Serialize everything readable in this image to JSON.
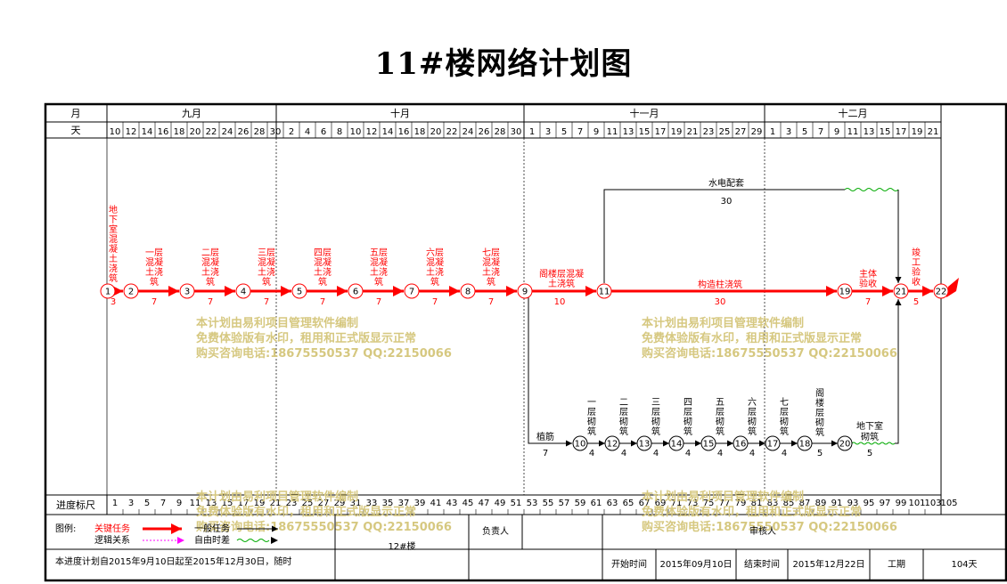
{
  "title": "11#楼网络计划图",
  "header": {
    "month_label": "月",
    "day_label": "天",
    "months": [
      "九月",
      "十月",
      "十一月",
      "十二月"
    ],
    "days": [
      "10",
      "12",
      "14",
      "16",
      "18",
      "20",
      "22",
      "24",
      "26",
      "28",
      "30",
      "2",
      "4",
      "6",
      "8",
      "10",
      "12",
      "14",
      "16",
      "18",
      "20",
      "22",
      "24",
      "26",
      "28",
      "30",
      "1",
      "3",
      "5",
      "7",
      "9",
      "11",
      "13",
      "15",
      "17",
      "19",
      "21",
      "23",
      "25",
      "27",
      "29",
      "1",
      "3",
      "5",
      "7",
      "9",
      "11",
      "13",
      "15",
      "17",
      "19",
      "21"
    ]
  },
  "scale": {
    "label": "进度标尺",
    "ticks": [
      "1",
      "3",
      "5",
      "7",
      "9",
      "11",
      "13",
      "15",
      "17",
      "19",
      "21",
      "23",
      "25",
      "27",
      "29",
      "31",
      "33",
      "35",
      "37",
      "39",
      "41",
      "43",
      "45",
      "47",
      "49",
      "51",
      "53",
      "55",
      "57",
      "59",
      "61",
      "63",
      "65",
      "67",
      "69",
      "71",
      "73",
      "75",
      "77",
      "79",
      "81",
      "83",
      "85",
      "87",
      "89",
      "91",
      "93",
      "95",
      "97",
      "99",
      "101",
      "103",
      "105"
    ]
  },
  "nodes": [
    "1",
    "2",
    "3",
    "4",
    "5",
    "6",
    "7",
    "8",
    "9",
    "11",
    "19",
    "21",
    "22",
    "10",
    "12",
    "13",
    "14",
    "15",
    "16",
    "17",
    "18",
    "20"
  ],
  "critical_tasks": [
    {
      "name": "地下室混凝土浇筑",
      "duration": "3"
    },
    {
      "name": "一层混凝土浇筑",
      "duration": "7"
    },
    {
      "name": "二层混凝土浇筑",
      "duration": "7"
    },
    {
      "name": "三层混凝土浇筑",
      "duration": "7"
    },
    {
      "name": "四层混凝土浇筑",
      "duration": "7"
    },
    {
      "name": "五层混凝土浇筑",
      "duration": "7"
    },
    {
      "name": "六层混凝土浇筑",
      "duration": "7"
    },
    {
      "name": "七层混凝土浇筑",
      "duration": "7"
    },
    {
      "name": "阁楼层混凝土浇筑",
      "duration": "10"
    },
    {
      "name": "构造柱浇筑",
      "duration": "30"
    },
    {
      "name": "主体验收",
      "duration": "7"
    },
    {
      "name": "竣工验收",
      "duration": "5"
    }
  ],
  "normal_tasks": [
    {
      "name": "水电配套",
      "duration": "30"
    },
    {
      "name": "植筋",
      "duration": "7"
    },
    {
      "name": "一层砌筑",
      "duration": "4"
    },
    {
      "name": "二层砌筑",
      "duration": "4"
    },
    {
      "name": "三层砌筑",
      "duration": "4"
    },
    {
      "name": "四层砌筑",
      "duration": "4"
    },
    {
      "name": "五层砌筑",
      "duration": "4"
    },
    {
      "name": "六层砌筑",
      "duration": "4"
    },
    {
      "name": "七层砌筑",
      "duration": "4"
    },
    {
      "name": "阁楼层砌筑",
      "duration": "5"
    },
    {
      "name": "地下室砌筑",
      "duration": "5"
    }
  ],
  "watermark": [
    "本计划由易利项目管理软件编制",
    "免费体验版有水印，租用和正式版显示正常",
    "购买咨询电话:18675550537 QQ:22150066"
  ],
  "footer": {
    "legend_label": "图例:",
    "key_task": "关键任务",
    "normal_task": "一般任务",
    "logic": "逻辑关系",
    "free_float": "自由时差",
    "note": "本进度计划自2015年9月10日起至2015年12月30日，随时",
    "project": "12#楼",
    "owner_label": "负责人",
    "reviewer_label": "审核人",
    "start_label": "开始时间",
    "start_value": "2015年09月10日",
    "end_label": "结束时间",
    "end_value": "2015年12月22日",
    "period_label": "工期",
    "period_value": "104天"
  },
  "colors": {
    "critical": "#ff0000",
    "normal": "#000000",
    "free_float": "#00aa00",
    "logic": "#ff00ff",
    "watermark": "#d6c880"
  }
}
